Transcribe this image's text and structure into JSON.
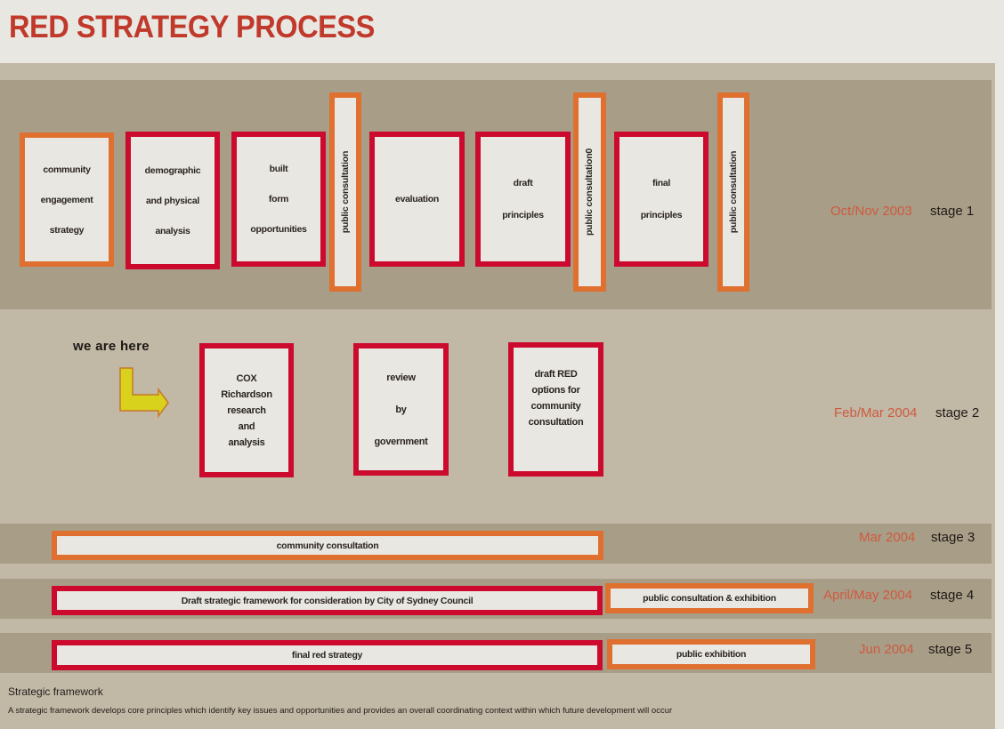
{
  "title": "RED STRATEGY PROCESS",
  "colors": {
    "title_red": "#c0392b",
    "border_orange": "#e07030",
    "border_red": "#cc0a2e",
    "band_dark": "#a89d87",
    "band_light": "#c1b8a6",
    "box_fill": "#e9e7e2",
    "date_text": "#cf5a3e"
  },
  "stages": [
    {
      "date": "Oct/Nov 2003",
      "label": "stage 1",
      "boxes": [
        {
          "type": "orange",
          "lines": [
            "community",
            "engagement",
            "strategy"
          ]
        },
        {
          "type": "red",
          "lines": [
            "demographic",
            "and physical",
            "analysis"
          ]
        },
        {
          "type": "red",
          "lines": [
            "built",
            "form",
            "opportunities"
          ]
        },
        {
          "type": "pillar",
          "text": "public consultation"
        },
        {
          "type": "red",
          "lines": [
            "evaluation"
          ]
        },
        {
          "type": "red",
          "lines": [
            "draft",
            "principles"
          ]
        },
        {
          "type": "pillar",
          "text": "public consultation0"
        },
        {
          "type": "red",
          "lines": [
            "final",
            "principles"
          ]
        },
        {
          "type": "pillar",
          "text": "public consultation"
        }
      ]
    },
    {
      "date": "Feb/Mar 2004",
      "label": "stage 2",
      "marker": "we are here",
      "marker_icon": "arrow-turn-right-icon",
      "boxes": [
        {
          "type": "red",
          "lines": [
            "COX",
            "Richardson",
            "research",
            "and",
            "analysis"
          ]
        },
        {
          "type": "red",
          "lines": [
            "review",
            "by",
            "government"
          ]
        },
        {
          "type": "red",
          "lines": [
            "draft RED",
            "options for",
            "community",
            "consultation"
          ]
        }
      ]
    },
    {
      "date": "Mar 2004",
      "label": "stage 3",
      "boxes": [
        {
          "type": "orange",
          "text": "community consultation"
        }
      ]
    },
    {
      "date": "April/May 2004",
      "label": "stage 4",
      "boxes": [
        {
          "type": "red",
          "text": "Draft strategic framework for consideration by City of Sydney Council"
        },
        {
          "type": "orange",
          "text": "public consultation & exhibition"
        }
      ]
    },
    {
      "date": "Jun 2004",
      "label": "stage 5",
      "boxes": [
        {
          "type": "red",
          "text": "final red strategy"
        },
        {
          "type": "orange",
          "text": "public exhibition"
        }
      ]
    }
  ],
  "footer": {
    "title": "Strategic framework",
    "text": "A strategic framework develops core principles which identify key issues and opportunities and provides an overall coordinating context within which future development will occur"
  }
}
